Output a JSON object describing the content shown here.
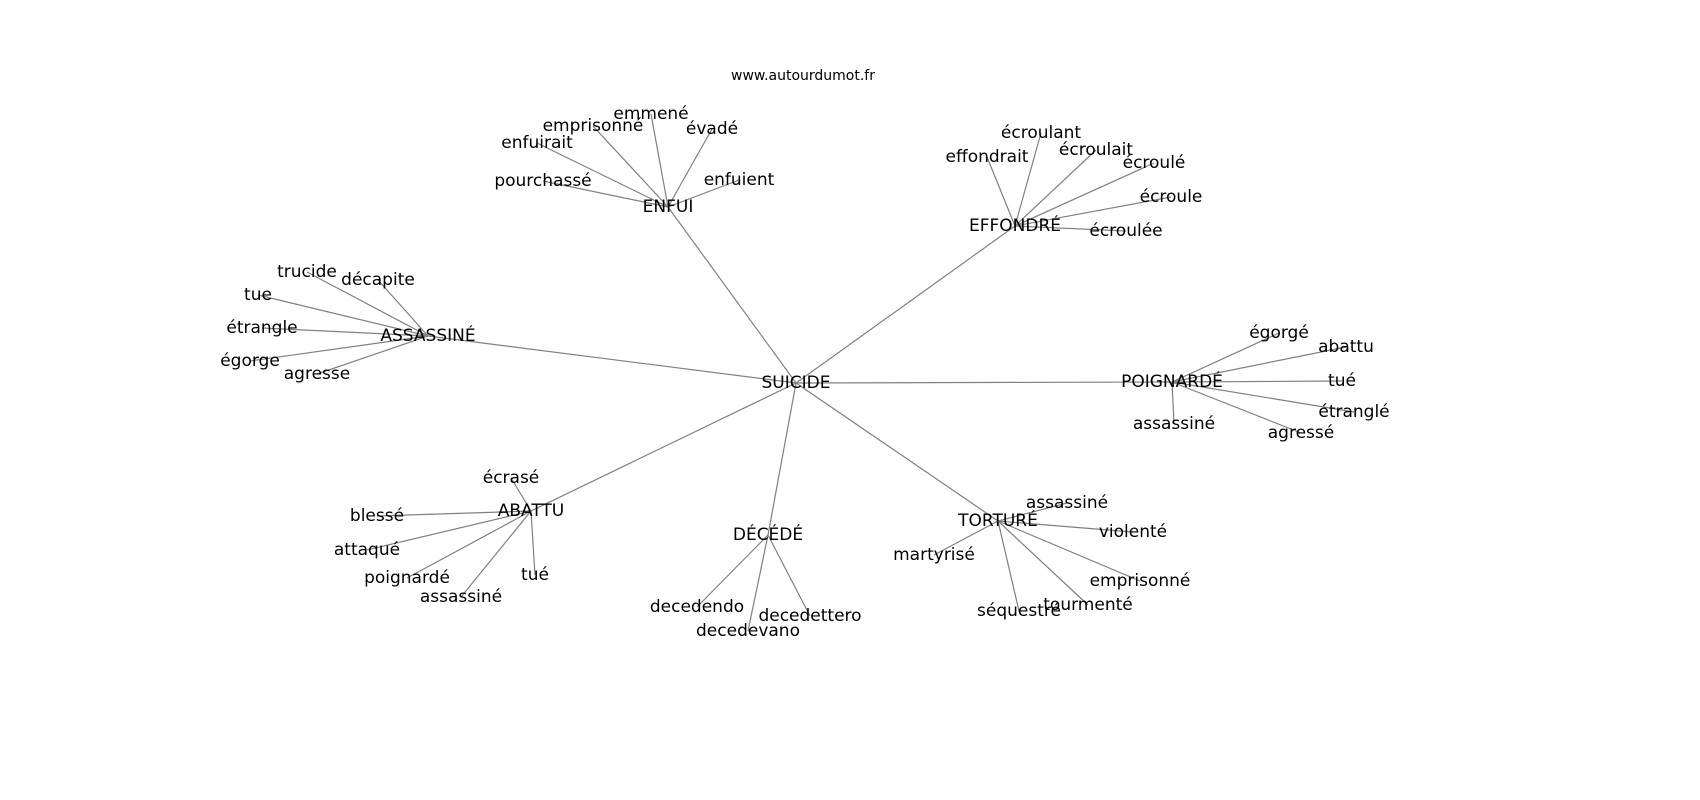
{
  "title": "www.autourdumot.fr",
  "center": "SUICIDE",
  "edge_color": "#808080",
  "groups": [
    {
      "label": "ENFUI",
      "leaves": [
        "emmené",
        "emprisonné",
        "enfuirait",
        "pourchassé",
        "évadé",
        "enfuient"
      ]
    },
    {
      "label": "EFFONDRÉ",
      "leaves": [
        "effondrait",
        "écroulant",
        "écroulait",
        "écroulé",
        "écroule",
        "écroulée"
      ]
    },
    {
      "label": "ASSASSINÉ",
      "leaves": [
        "trucide",
        "décapite",
        "tue",
        "étrangle",
        "égorge",
        "agresse"
      ]
    },
    {
      "label": "POIGNARDÉ",
      "leaves": [
        "égorgé",
        "abattu",
        "tué",
        "étranglé",
        "agressé",
        "assassiné"
      ]
    },
    {
      "label": "ABATTU",
      "leaves": [
        "écrasé",
        "blessé",
        "attaqué",
        "poignardé",
        "assassiné",
        "tué"
      ]
    },
    {
      "label": "DÉCÉDÉ",
      "leaves": [
        "decedendo",
        "decedevano",
        "decedettero"
      ]
    },
    {
      "label": "TORTURÉ",
      "leaves": [
        "assassiné",
        "violenté",
        "martyrisé",
        "emprisonné",
        "tourmenté",
        "séquestré"
      ]
    }
  ]
}
